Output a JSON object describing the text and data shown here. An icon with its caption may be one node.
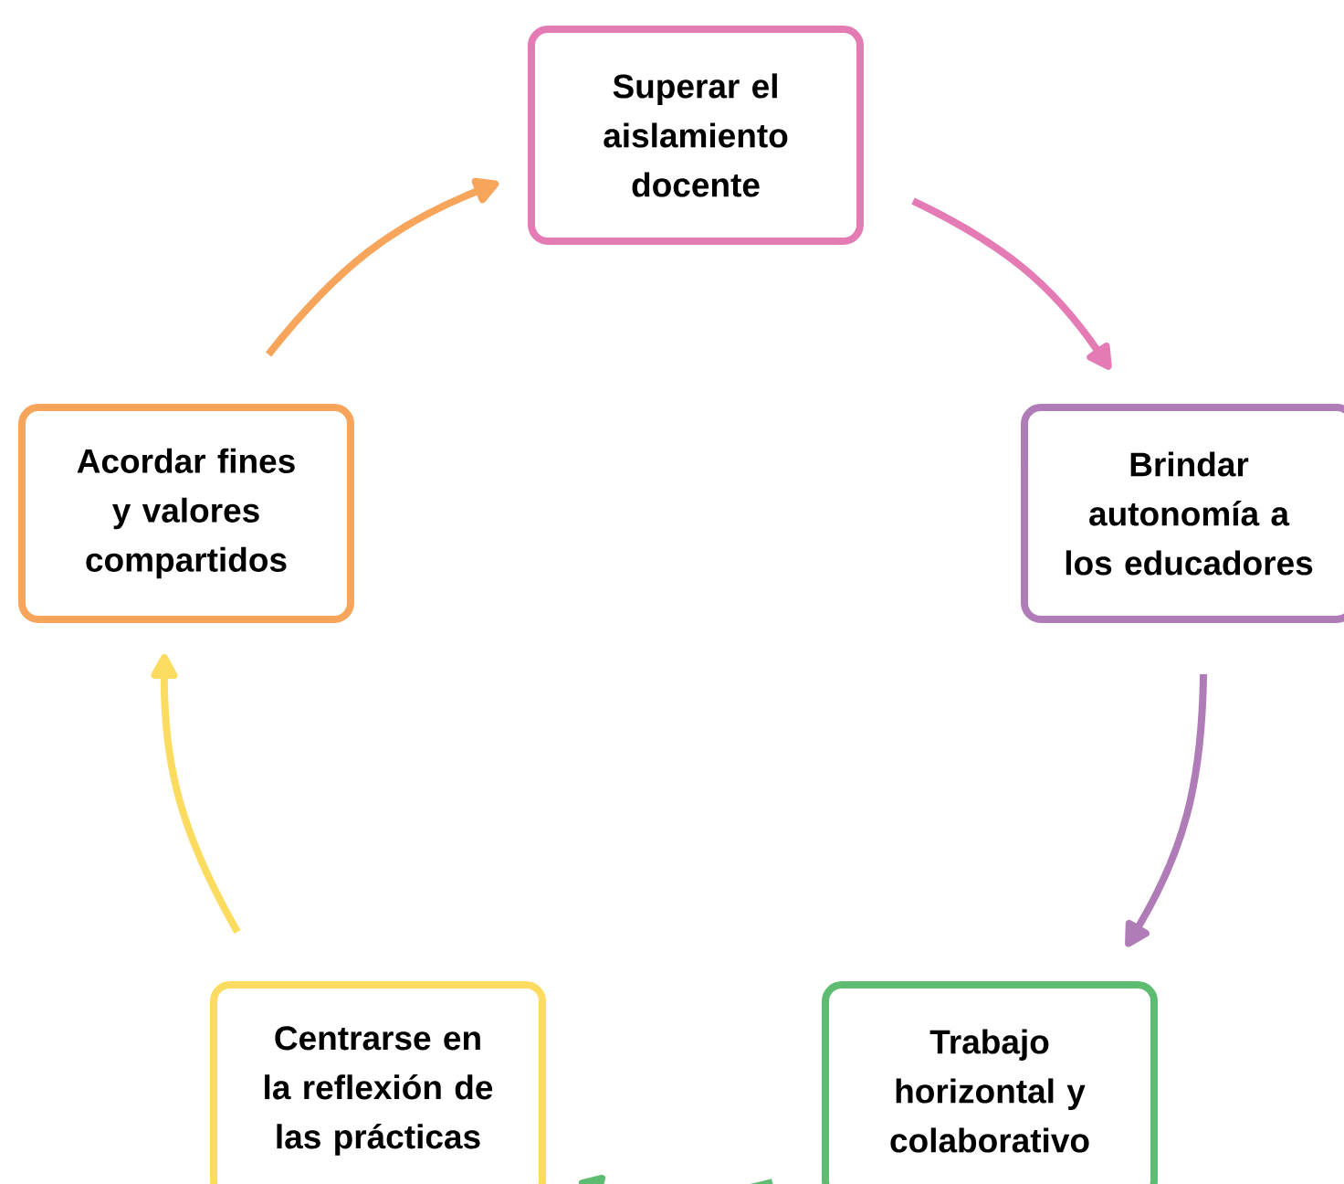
{
  "diagram": {
    "nodes": [
      {
        "text": [
          "Superar el aislamiento docente"
        ]
      },
      {
        "text": [
          "Brindar autonomía a los educadores"
        ]
      },
      {
        "text": [
          "Trabajo horizontal y colaborativo"
        ]
      },
      {
        "text": [
          "Centrarse en la reflexión de las prácticas"
        ]
      },
      {
        "text": [
          "Acordar fines y valores compartidos"
        ]
      }
    ],
    "edges": [
      {
        "from": 0,
        "to": 1,
        "arrow": "to",
        "color": "#e57bb4"
      },
      {
        "from": 1,
        "to": 2,
        "arrow": "to",
        "color": "#b07cb8"
      },
      {
        "from": 2,
        "to": 3,
        "arrow": "to",
        "color": "#5dbb72"
      },
      {
        "from": 3,
        "to": 4,
        "arrow": "to",
        "color": "#fbdc60"
      },
      {
        "from": 4,
        "to": 0,
        "arrow": "to",
        "color": "#f7a55a"
      }
    ]
  }
}
